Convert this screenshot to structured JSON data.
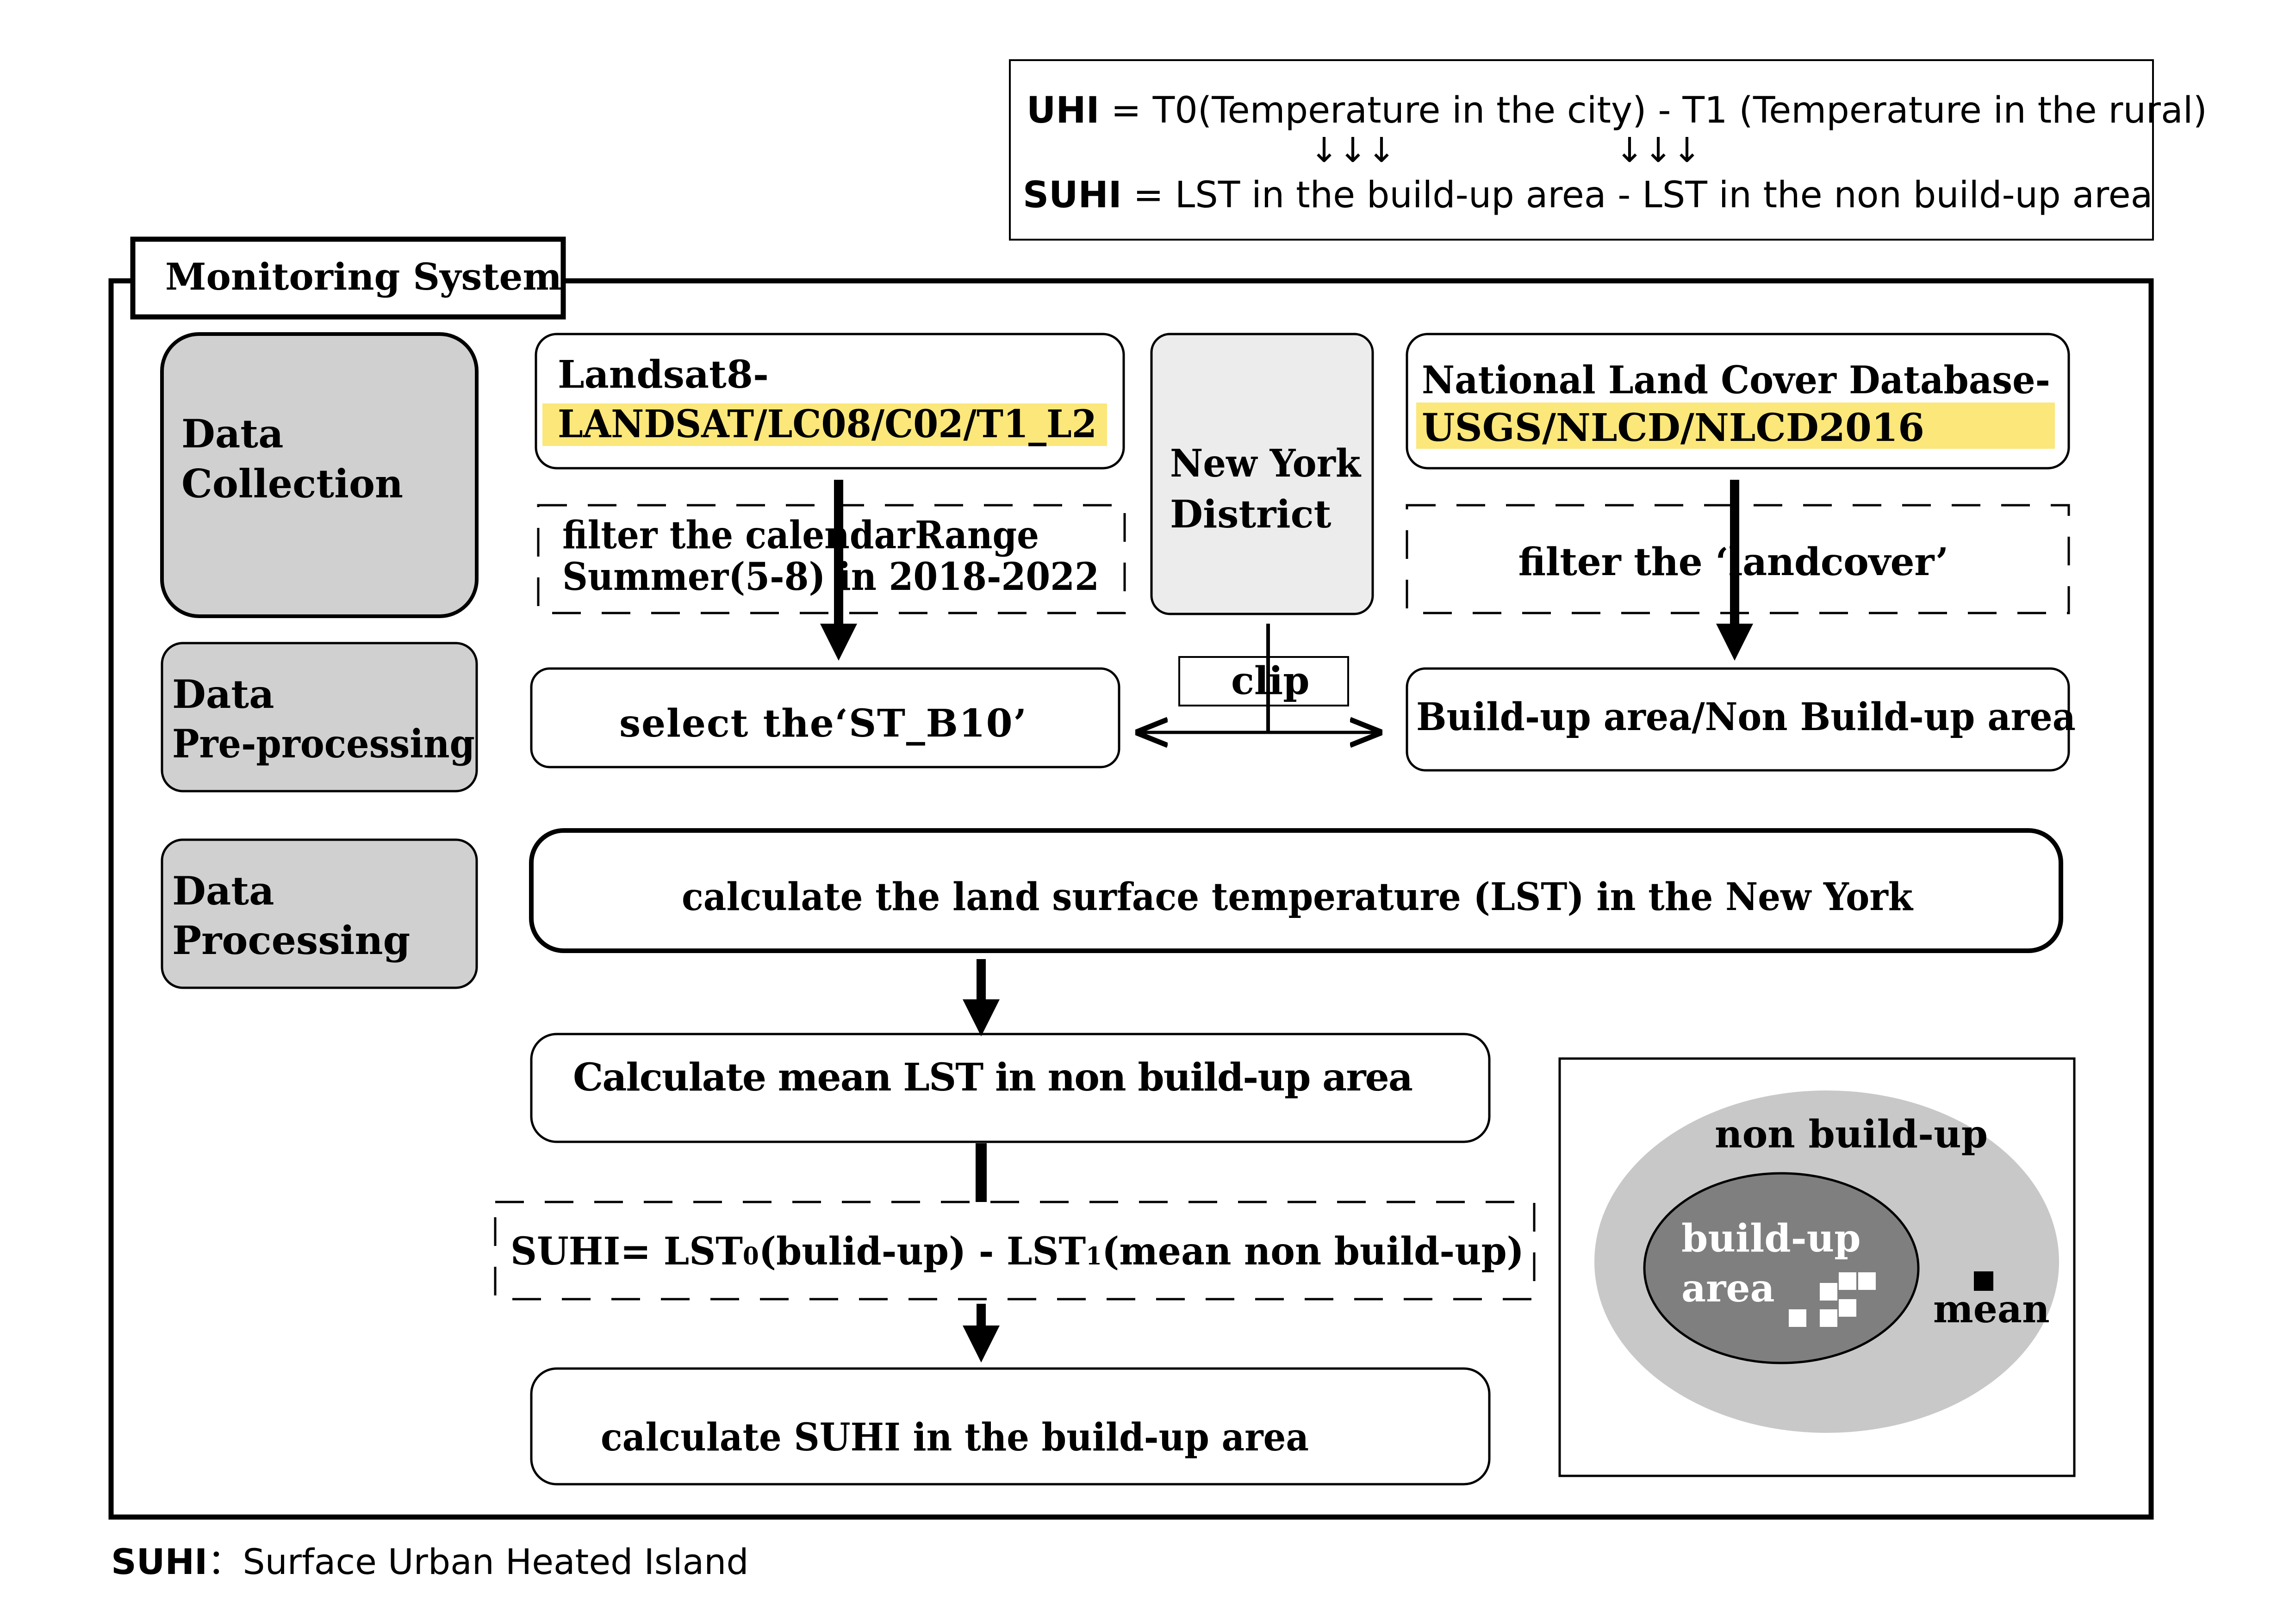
{
  "formula": {
    "uhi_label": "UHI",
    "uhi_expr": " = T0(Temperature in the city) - T1 (Temperature in the rural)",
    "arrows": "↓↓↓",
    "suhi_label": "SUHI",
    "suhi_expr": " = LST in the build-up area - LST in the non build-up area"
  },
  "system_title": "Monitoring System",
  "stages": {
    "collection": [
      "Data",
      "Collection"
    ],
    "preprocessing": [
      "Data",
      "Pre-processing"
    ],
    "processing": [
      "Data",
      "Processing"
    ]
  },
  "landsat": {
    "line1": "Landsat8-",
    "line2": "LANDSAT/LC08/C02/T1_L2"
  },
  "nlcd": {
    "line1": "National Land Cover Database-",
    "line2": "USGS/NLCD/NLCD2016"
  },
  "district": [
    "New York",
    "District"
  ],
  "filter_calendar": [
    "filter the calendarRange",
    "Summer(5-8) in 2018-2022"
  ],
  "filter_landcover": "filter the  ‘landcover’",
  "select_band": "select the‘ST_B10’",
  "clip": "clip",
  "buildup_split": "Build-up area/Non Build-up area",
  "calc_lst": "calculate the land surface temperature (LST) in the New York",
  "calc_mean": "Calculate mean LST  in non  build-up area",
  "suhi_formula": {
    "prefix": "SUHI= LST",
    "sub0": "0",
    "mid": "(bulid-up) - LST",
    "sub1": "1",
    "suffix": "(mean non build-up)"
  },
  "calc_suhi": "calculate SUHI in the build-up area",
  "inset": {
    "outer_label": "non build-up",
    "inner_label": [
      "build-up",
      "area"
    ],
    "mean_label": "mean"
  },
  "footnote": {
    "abbr": "SUHI",
    "sep": "：",
    "full": "Surface Urban Heated Island"
  },
  "colors": {
    "highlight": "#fbe77a",
    "stage_fill": "#d0d0d0",
    "district_fill": "#ececec",
    "outer_ellipse": "#c8c8c8",
    "inner_ellipse": "#7f7f7f"
  }
}
